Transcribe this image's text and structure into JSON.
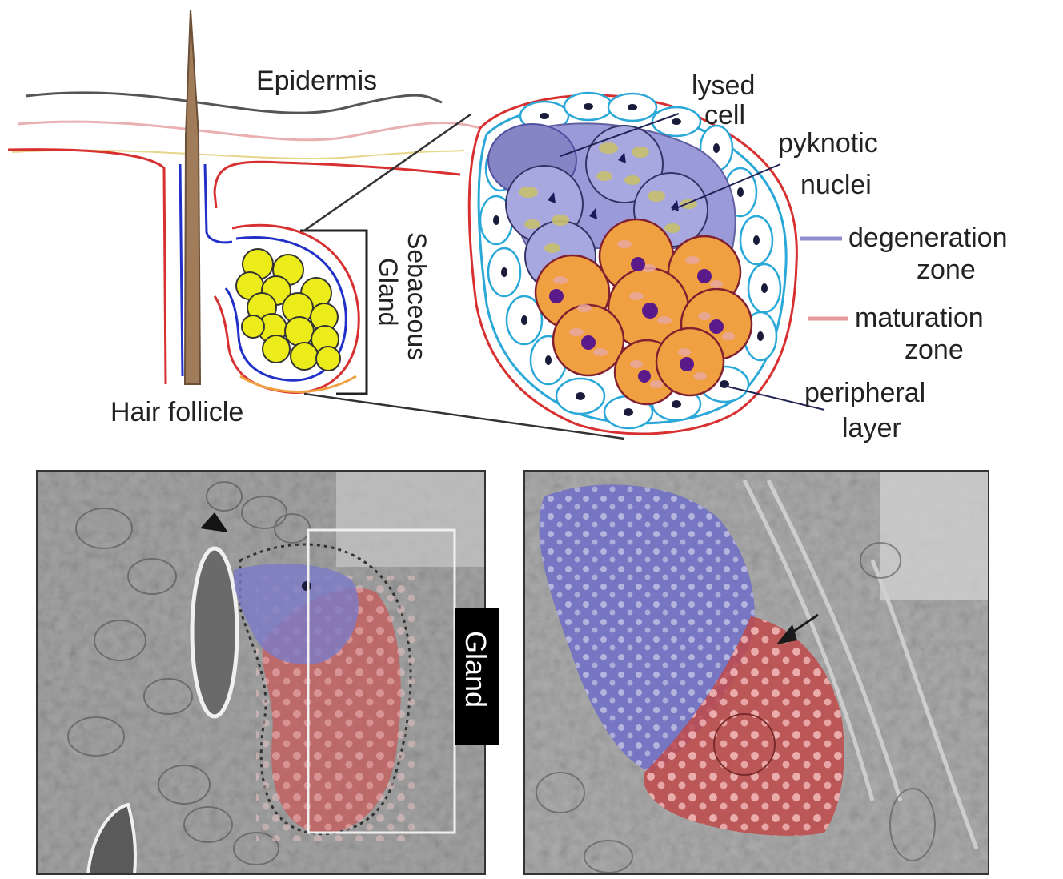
{
  "labels": {
    "epidermis": "Epidermis",
    "hair_follicle": "Hair follicle",
    "sebaceous_gland_line1": "Sebaceous",
    "sebaceous_gland_line2": "Gland",
    "lysed_cell_line1": "lysed",
    "lysed_cell_line2": "cell",
    "pyknotic_line1": "pyknotic",
    "pyknotic_line2": "nuclei",
    "degeneration_line1": "degeneration",
    "degeneration_line2": "zone",
    "maturation_line1": "maturation",
    "maturation_line2": "zone",
    "peripheral_line1": "peripheral",
    "peripheral_line2": "layer",
    "gland_tag": "Gland"
  },
  "colors": {
    "degeneration_zone": "#8f8fd0",
    "maturation_zone": "#e79a9a",
    "cell_fill_yellow": "#ecec1a",
    "maturation_cell": "#f0a040",
    "nucleus_purple": "#5a1a8a",
    "peripheral_outline": "#2aa8d8",
    "epidermis_red": "#d83030",
    "follicle_blue": "#2030c8",
    "hair_brown": "#a07c5a"
  }
}
